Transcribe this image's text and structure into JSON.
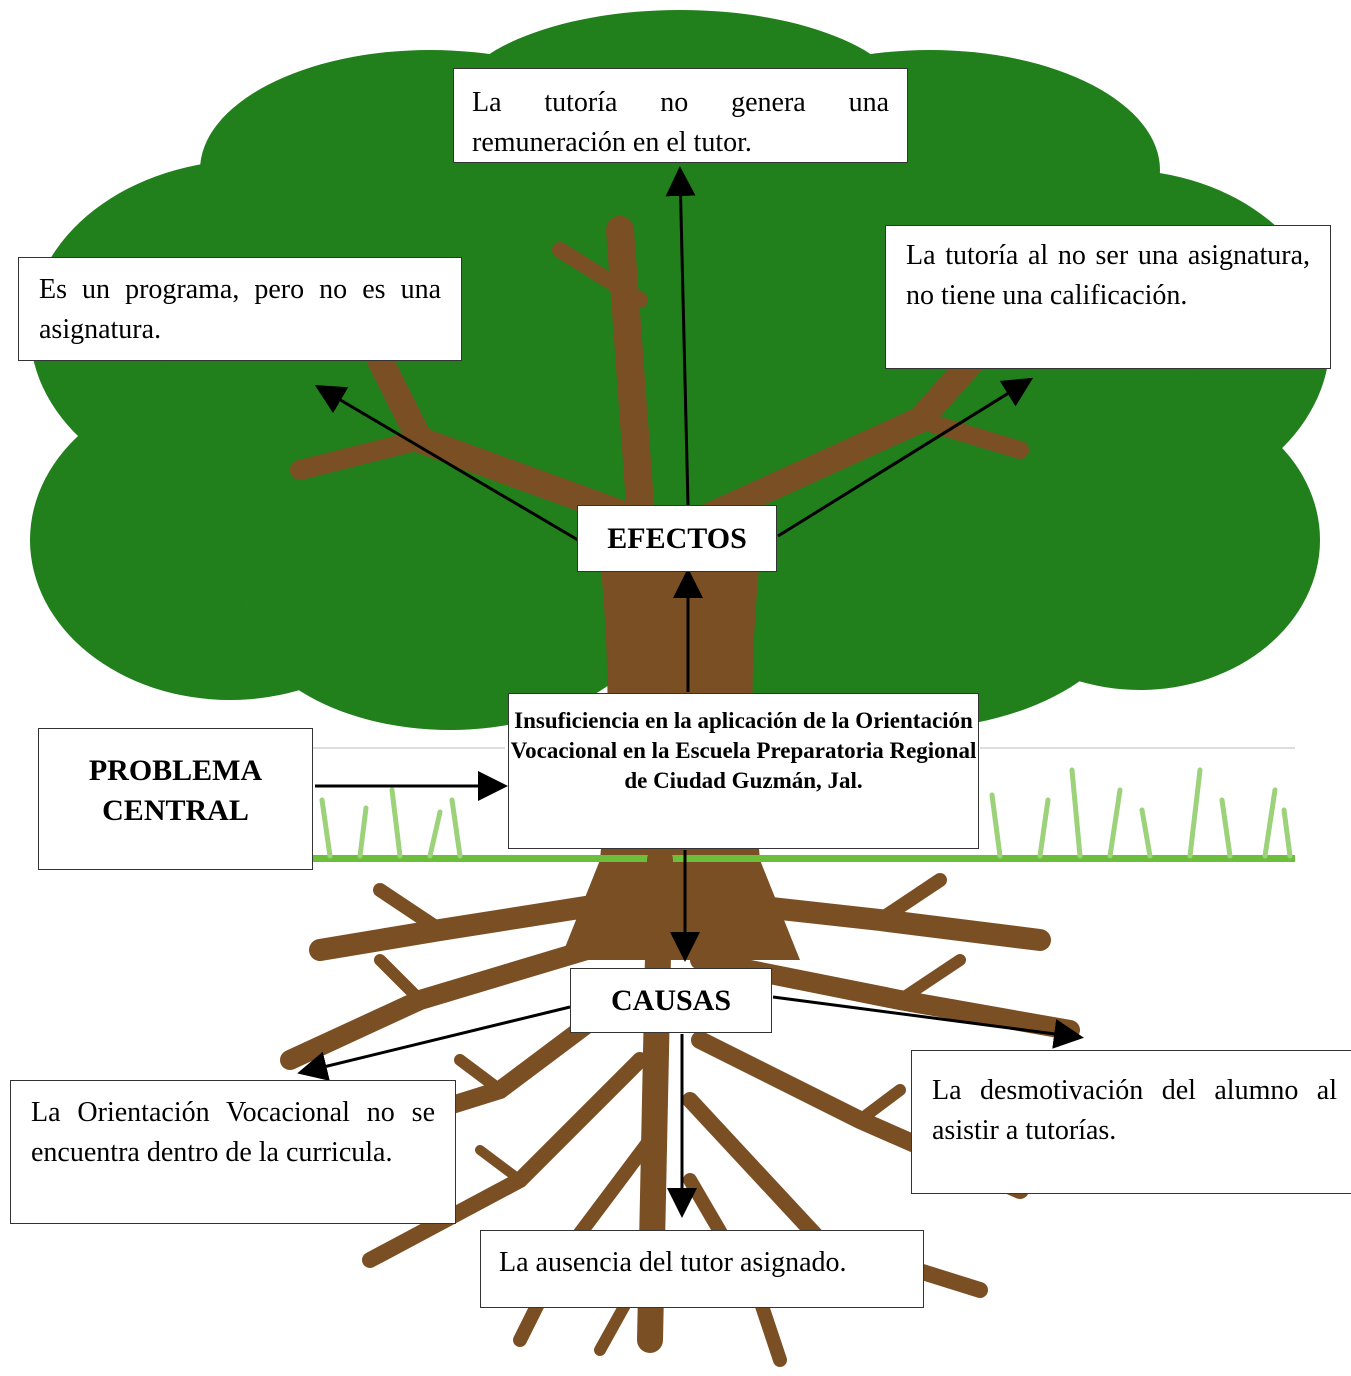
{
  "effects": {
    "heading": "EFECTOS",
    "items": [
      "La tutoría no genera una remuneración en el tutor.",
      "Es un programa, pero no es una asignatura.",
      "La tutoría al no ser una asignatura, no tiene una calificación."
    ]
  },
  "central": {
    "heading": "PROBLEMA CENTRAL",
    "statement": "Insuficiencia en la aplicación de la Orientación Vocacional en la Escuela Preparatoria Regional de Ciudad Guzmán, Jal."
  },
  "causes": {
    "heading": "CAUSAS",
    "items": [
      "La Orientación Vocacional no se encuentra dentro de la curricula.",
      "La desmotivación del alumno al asistir a tutorías.",
      "La ausencia del tutor asignado."
    ]
  },
  "colors": {
    "foliage": "#217f1c",
    "trunk": "#7b4f24",
    "grass": "#6cbf3a"
  }
}
